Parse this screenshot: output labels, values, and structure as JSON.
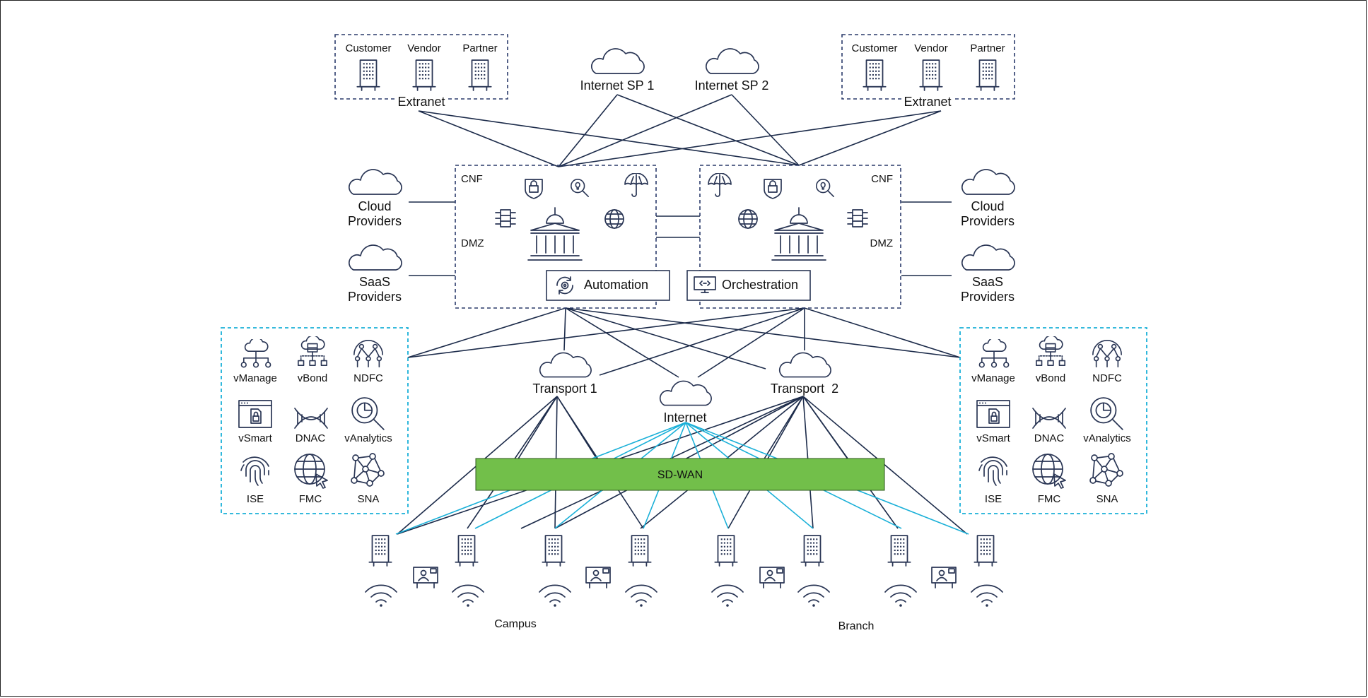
{
  "extranet": {
    "left": {
      "label": "Extranet",
      "members": [
        "Customer",
        "Vendor",
        "Partner"
      ]
    },
    "right": {
      "label": "Extranet",
      "members": [
        "Customer",
        "Vendor",
        "Partner"
      ]
    }
  },
  "internet_sps": [
    "Internet SP 1",
    "Internet SP 2"
  ],
  "datacenters": {
    "left": {
      "cnf": "CNF",
      "dmz": "DMZ"
    },
    "right": {
      "cnf": "CNF",
      "dmz": "DMZ"
    }
  },
  "automation_label": "Automation",
  "orchestration_label": "Orchestration",
  "providers": {
    "cloud": "Cloud Providers",
    "saas": "SaaS Providers"
  },
  "controllers": [
    "vManage",
    "vBond",
    "NDFC",
    "vSmart",
    "DNAC",
    "vAnalytics",
    "ISE",
    "FMC",
    "SNA"
  ],
  "transports": [
    "Transport 1",
    "Transport  2"
  ],
  "internet_label": "Internet",
  "sdwan": {
    "label": "SD-WAN",
    "color": "#72bf4a"
  },
  "sites": {
    "campus": "Campus",
    "branch": "Branch"
  },
  "colors": {
    "navy": "#1c2b4a",
    "cyan": "#1ab0d8",
    "green": "#72bf4a"
  }
}
